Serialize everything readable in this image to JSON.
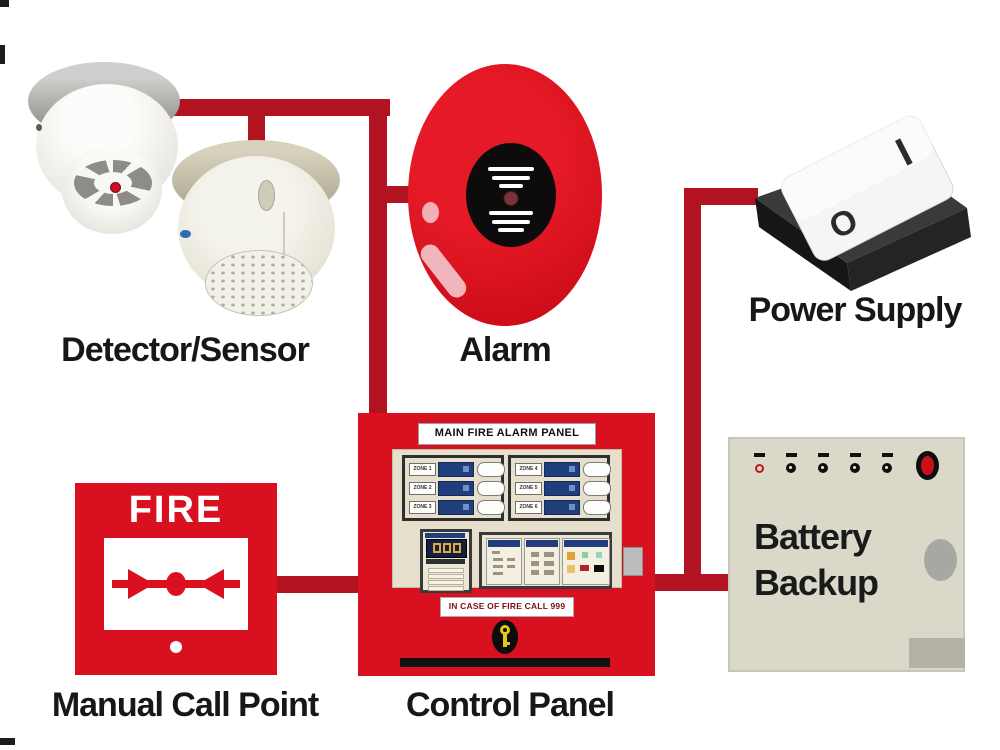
{
  "diagram": {
    "labels": {
      "detector": "Detector/Sensor",
      "alarm": "Alarm",
      "power_supply": "Power Supply",
      "manual_call_point": "Manual Call Point",
      "control_panel": "Control Panel"
    },
    "battery": {
      "line1": "Battery",
      "line2": "Backup"
    },
    "call_point": {
      "sign": "FIRE"
    },
    "control_panel": {
      "header": "MAIN FIRE ALARM PANEL",
      "notice": "IN CASE OF FIRE CALL 999",
      "zones": [
        "ZONE 1",
        "ZONE 2",
        "ZONE 3",
        "ZONE 4",
        "ZONE 5",
        "ZONE 6"
      ]
    },
    "power_switch": {
      "on": "I",
      "off": "O"
    },
    "colors": {
      "red": "#d8101f",
      "wire_red": "#b11420",
      "navy": "#1f3e7b",
      "panel_beige": "#e6dfcb",
      "battery_beige": "#dad8c8",
      "amber": "#e2aa2e"
    }
  }
}
